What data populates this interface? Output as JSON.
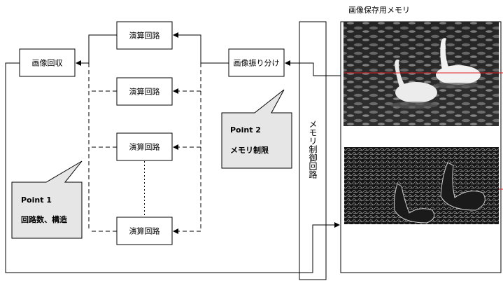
{
  "nodes": {
    "compute1": "演算回路",
    "compute2": "演算回路",
    "compute3": "演算回路",
    "compute4": "演算回路",
    "collect": "画像回収",
    "distribute": "画像振り分け",
    "memory_controller": "メモリ制御回路",
    "memory_title": "画像保存用メモリ"
  },
  "callouts": {
    "point1_title": "Point 1",
    "point1_text": "回路数、構造",
    "point2_title": "Point 2",
    "point2_text": "メモリ制限"
  },
  "images": {
    "top": "swan-photo",
    "bottom": "swan-edge-image"
  },
  "colors": {
    "stroke": "#000000",
    "callout_fill": "#e6e6e6",
    "marker_line": "#e02020"
  }
}
